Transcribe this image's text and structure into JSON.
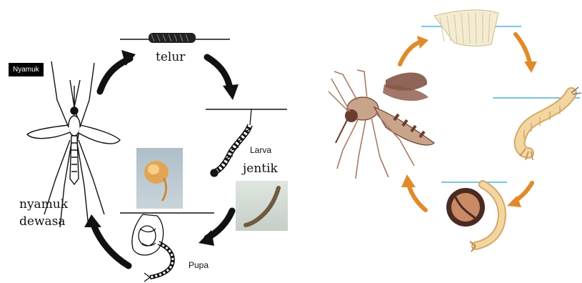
{
  "left": {
    "badge": "Nyamuk",
    "labels": {
      "egg": "telur",
      "larva_en": "Larva",
      "larva_id": "jentik",
      "pupa": "Pupa",
      "adult_line1": "nyamuk",
      "adult_line2": "dewasa"
    }
  },
  "colors": {
    "left_arrow": "#111111",
    "right_arrow": "#e08a2a",
    "water_line": "#4fb3d9",
    "mosquito_body": "#c9a48a",
    "mosquito_dark": "#6b3d2e",
    "larva": "#f2d6a2",
    "egg_raft": "#f4ecd2"
  }
}
